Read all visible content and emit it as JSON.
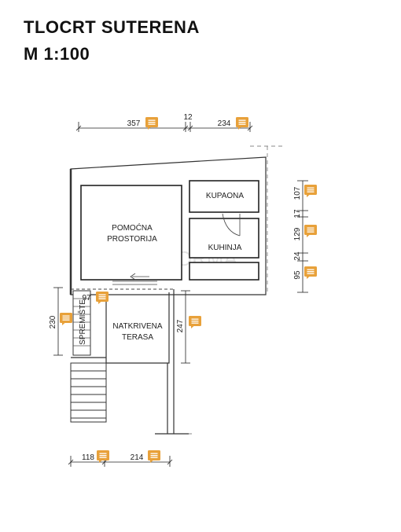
{
  "title": {
    "line1": "TLOCRT SUTERENA",
    "line2": "M 1:100"
  },
  "rooms": {
    "pomocna_line1": "POMOĆNA",
    "pomocna_line2": "PROSTORIJA",
    "kupaona": "KUPAONA",
    "kuhinja": "KUHINJA",
    "terasa_line1": "NATKRIVENA",
    "terasa_line2": "TERASA",
    "spremiste": "SPREMIŠTE"
  },
  "dimensions": {
    "top_left": "357",
    "top_mid": "12",
    "top_right": "234",
    "right_1": "107",
    "right_2": "17",
    "right_3": "129",
    "right_4": "24",
    "right_5": "95",
    "left_height": "230",
    "mid_height": "247",
    "small_97": "97",
    "bottom_left": "118",
    "bottom_right": "214"
  },
  "colors": {
    "comment_badge": "#e8a13a",
    "wall": "#333333"
  },
  "icons": {
    "comment": "comment-icon"
  }
}
